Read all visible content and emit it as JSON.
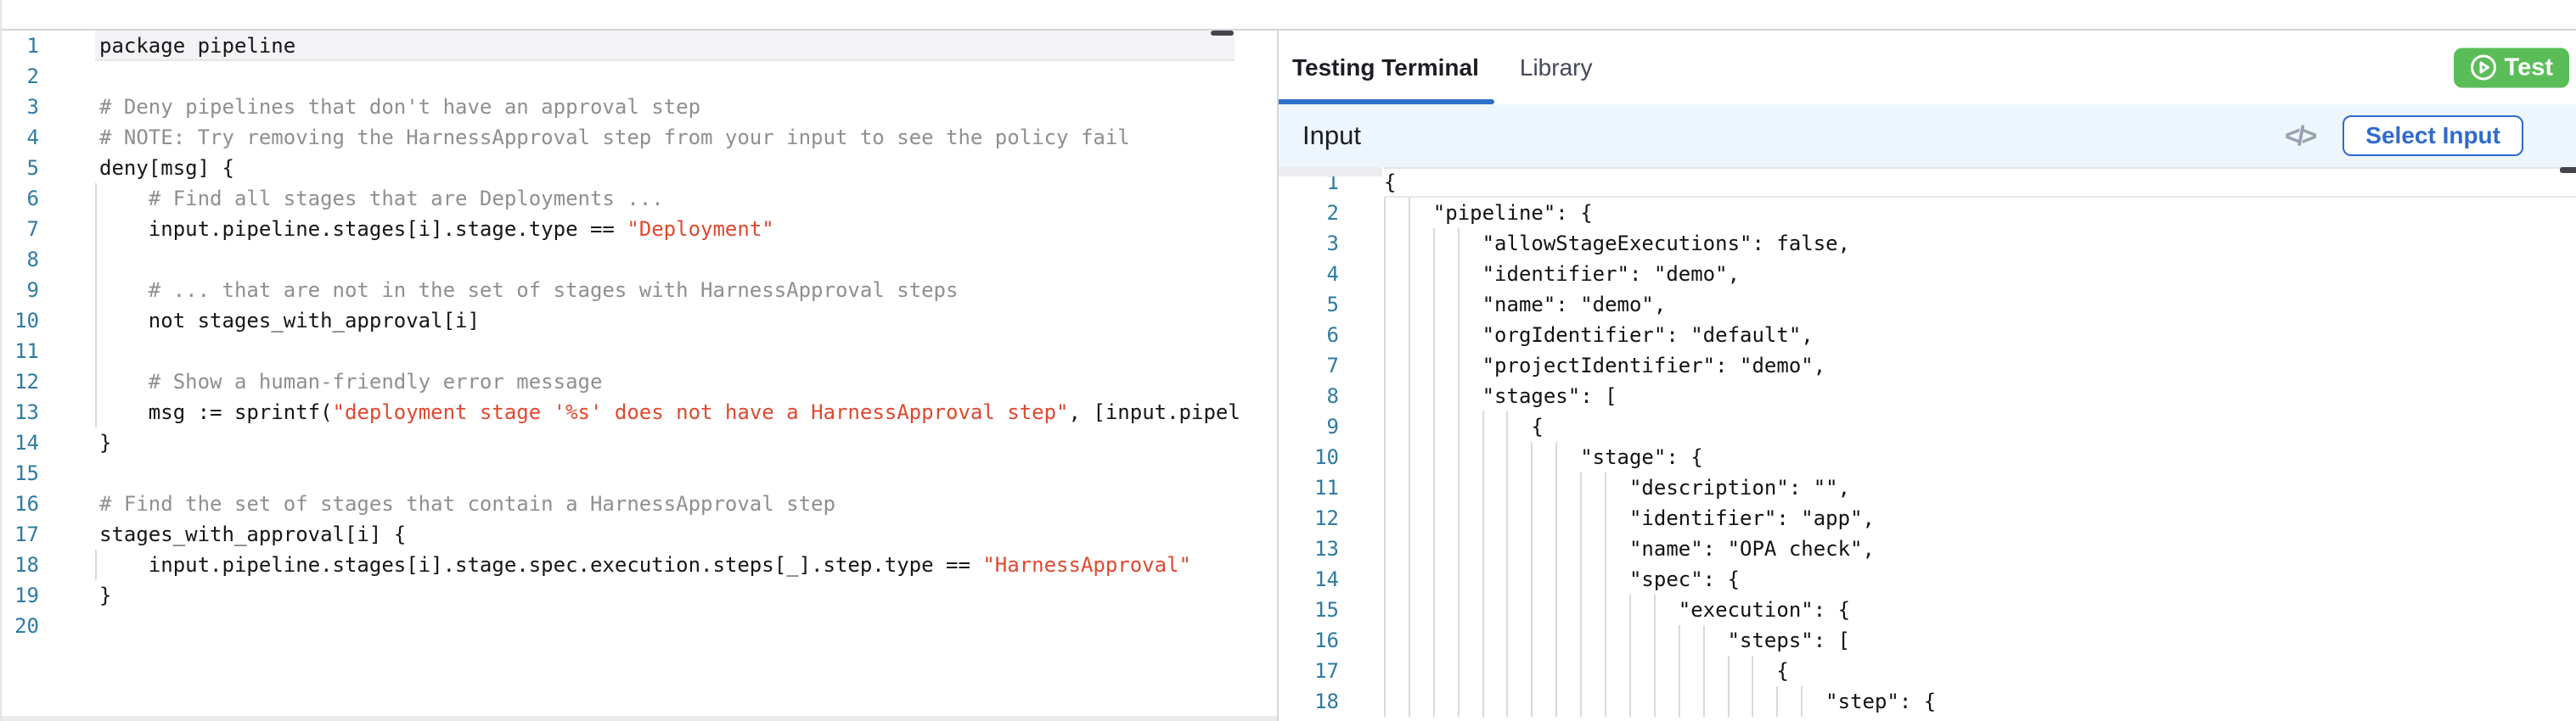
{
  "colors": {
    "blue": "#2e71c8",
    "blue2": "#2f6ace",
    "green": "#5abd58",
    "string": "#e0482f",
    "comment": "#8f8f8f",
    "lineno": "#2e7ba2",
    "guide": "#d9d9de",
    "divider": "#d5d5db"
  },
  "right_pane": {
    "tabs": [
      {
        "label": "Testing Terminal",
        "active": true
      },
      {
        "label": "Library",
        "active": false
      }
    ],
    "test_button_label": "Test",
    "input_bar": {
      "title": "Input",
      "code_icon_glyph": "</>",
      "select_button_label": "Select Input"
    }
  },
  "left_editor": {
    "guide_step": 4,
    "lines": [
      {
        "n": 1,
        "hl": true,
        "indent": 0,
        "segs": [
          [
            "d",
            "package pipeline"
          ]
        ]
      },
      {
        "n": 2,
        "indent": 0,
        "segs": []
      },
      {
        "n": 3,
        "indent": 0,
        "segs": [
          [
            "c",
            "# Deny pipelines that don't have an approval step"
          ]
        ]
      },
      {
        "n": 4,
        "indent": 0,
        "segs": [
          [
            "c",
            "# NOTE: Try removing the HarnessApproval step from your input to see the policy fail"
          ]
        ]
      },
      {
        "n": 5,
        "indent": 0,
        "segs": [
          [
            "d",
            "deny[msg] {"
          ]
        ]
      },
      {
        "n": 6,
        "indent": 4,
        "segs": [
          [
            "c",
            "    # Find all stages that are Deployments ..."
          ]
        ]
      },
      {
        "n": 7,
        "indent": 4,
        "segs": [
          [
            "d",
            "    input.pipeline.stages[i].stage.type == "
          ],
          [
            "s",
            "\"Deployment\""
          ]
        ]
      },
      {
        "n": 8,
        "indent": 4,
        "segs": []
      },
      {
        "n": 9,
        "indent": 4,
        "segs": [
          [
            "c",
            "    # ... that are not in the set of stages with HarnessApproval steps"
          ]
        ]
      },
      {
        "n": 10,
        "indent": 4,
        "segs": [
          [
            "d",
            "    not stages_with_approval[i]"
          ]
        ]
      },
      {
        "n": 11,
        "indent": 4,
        "segs": []
      },
      {
        "n": 12,
        "indent": 4,
        "segs": [
          [
            "c",
            "    # Show a human-friendly error message"
          ]
        ]
      },
      {
        "n": 13,
        "indent": 4,
        "segs": [
          [
            "d",
            "    msg := sprintf("
          ],
          [
            "s",
            "\"deployment stage '%s' does not have a HarnessApproval step\""
          ],
          [
            "d",
            ", [input.pipel"
          ]
        ]
      },
      {
        "n": 14,
        "indent": 0,
        "segs": [
          [
            "d",
            "}"
          ]
        ]
      },
      {
        "n": 15,
        "indent": 0,
        "segs": []
      },
      {
        "n": 16,
        "indent": 0,
        "segs": [
          [
            "c",
            "# Find the set of stages that contain a HarnessApproval step"
          ]
        ]
      },
      {
        "n": 17,
        "indent": 0,
        "segs": [
          [
            "d",
            "stages_with_approval[i] {"
          ]
        ]
      },
      {
        "n": 18,
        "indent": 4,
        "segs": [
          [
            "d",
            "    input.pipeline.stages[i].stage.spec.execution.steps[_].step.type == "
          ],
          [
            "s",
            "\"HarnessApproval\""
          ]
        ]
      },
      {
        "n": 19,
        "indent": 0,
        "segs": [
          [
            "d",
            "}"
          ]
        ]
      },
      {
        "n": 20,
        "indent": 0,
        "segs": []
      }
    ]
  },
  "json_editor": {
    "guide_step": 2,
    "lines": [
      {
        "n": 1,
        "hl": true,
        "indent": 0,
        "segs": [
          [
            "d",
            "{"
          ]
        ]
      },
      {
        "n": 2,
        "indent": 4,
        "segs": [
          [
            "d",
            "    \"pipeline\": {"
          ]
        ]
      },
      {
        "n": 3,
        "indent": 8,
        "segs": [
          [
            "d",
            "        \"allowStageExecutions\": false,"
          ]
        ]
      },
      {
        "n": 4,
        "indent": 8,
        "segs": [
          [
            "d",
            "        \"identifier\": \"demo\","
          ]
        ]
      },
      {
        "n": 5,
        "indent": 8,
        "segs": [
          [
            "d",
            "        \"name\": \"demo\","
          ]
        ]
      },
      {
        "n": 6,
        "indent": 8,
        "segs": [
          [
            "d",
            "        \"orgIdentifier\": \"default\","
          ]
        ]
      },
      {
        "n": 7,
        "indent": 8,
        "segs": [
          [
            "d",
            "        \"projectIdentifier\": \"demo\","
          ]
        ]
      },
      {
        "n": 8,
        "indent": 8,
        "segs": [
          [
            "d",
            "        \"stages\": ["
          ]
        ]
      },
      {
        "n": 9,
        "indent": 12,
        "segs": [
          [
            "d",
            "            {"
          ]
        ]
      },
      {
        "n": 10,
        "indent": 16,
        "segs": [
          [
            "d",
            "                \"stage\": {"
          ]
        ]
      },
      {
        "n": 11,
        "indent": 20,
        "segs": [
          [
            "d",
            "                    \"description\": \"\","
          ]
        ]
      },
      {
        "n": 12,
        "indent": 20,
        "segs": [
          [
            "d",
            "                    \"identifier\": \"app\","
          ]
        ]
      },
      {
        "n": 13,
        "indent": 20,
        "segs": [
          [
            "d",
            "                    \"name\": \"OPA check\","
          ]
        ]
      },
      {
        "n": 14,
        "indent": 20,
        "segs": [
          [
            "d",
            "                    \"spec\": {"
          ]
        ]
      },
      {
        "n": 15,
        "indent": 24,
        "segs": [
          [
            "d",
            "                        \"execution\": {"
          ]
        ]
      },
      {
        "n": 16,
        "indent": 28,
        "segs": [
          [
            "d",
            "                            \"steps\": ["
          ]
        ]
      },
      {
        "n": 17,
        "indent": 32,
        "segs": [
          [
            "d",
            "                                {"
          ]
        ]
      },
      {
        "n": 18,
        "indent": 36,
        "segs": [
          [
            "d",
            "                                    \"step\": {"
          ]
        ]
      }
    ]
  }
}
